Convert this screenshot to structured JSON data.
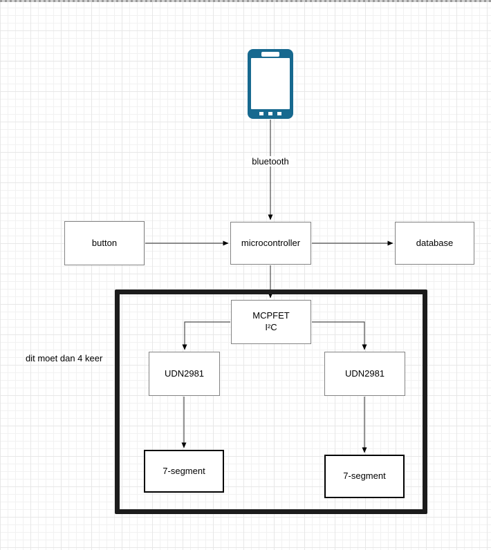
{
  "nodes": {
    "phone": {
      "icon": "smartphone-icon"
    },
    "button": {
      "label": "button"
    },
    "microcontroller": {
      "label": "microcontroller"
    },
    "database": {
      "label": "database"
    },
    "mcpfet": {
      "label_line1": "MCPFET",
      "label_line2": "I²C"
    },
    "udn_left": {
      "label": "UDN2981"
    },
    "udn_right": {
      "label": "UDN2981"
    },
    "seg_left": {
      "label": "7-segment"
    },
    "seg_right": {
      "label": "7-segment"
    }
  },
  "edges": {
    "connections": [
      {
        "from": "phone",
        "to": "microcontroller",
        "label": "bluetooth"
      },
      {
        "from": "button",
        "to": "microcontroller",
        "label": ""
      },
      {
        "from": "microcontroller",
        "to": "database",
        "label": ""
      },
      {
        "from": "microcontroller",
        "to": "mcpfet",
        "label": ""
      },
      {
        "from": "mcpfet",
        "to": "udn_left",
        "label": ""
      },
      {
        "from": "mcpfet",
        "to": "udn_right",
        "label": ""
      },
      {
        "from": "udn_left",
        "to": "seg_left",
        "label": ""
      },
      {
        "from": "udn_right",
        "to": "seg_right",
        "label": ""
      }
    ]
  },
  "annotations": {
    "note": "dit moet dan 4 keer"
  },
  "colors": {
    "canvas_bg": "#ffffff",
    "grid_minor": "#f1f1f1",
    "grid_major": "#e7e7e7",
    "box_border": "#828282",
    "seg_border": "#000000",
    "container_border": "#1c1c1c",
    "connector": "#4d4d4d",
    "arrowhead": "#000000",
    "phone_fill": "#17698f",
    "text": "#000000"
  }
}
